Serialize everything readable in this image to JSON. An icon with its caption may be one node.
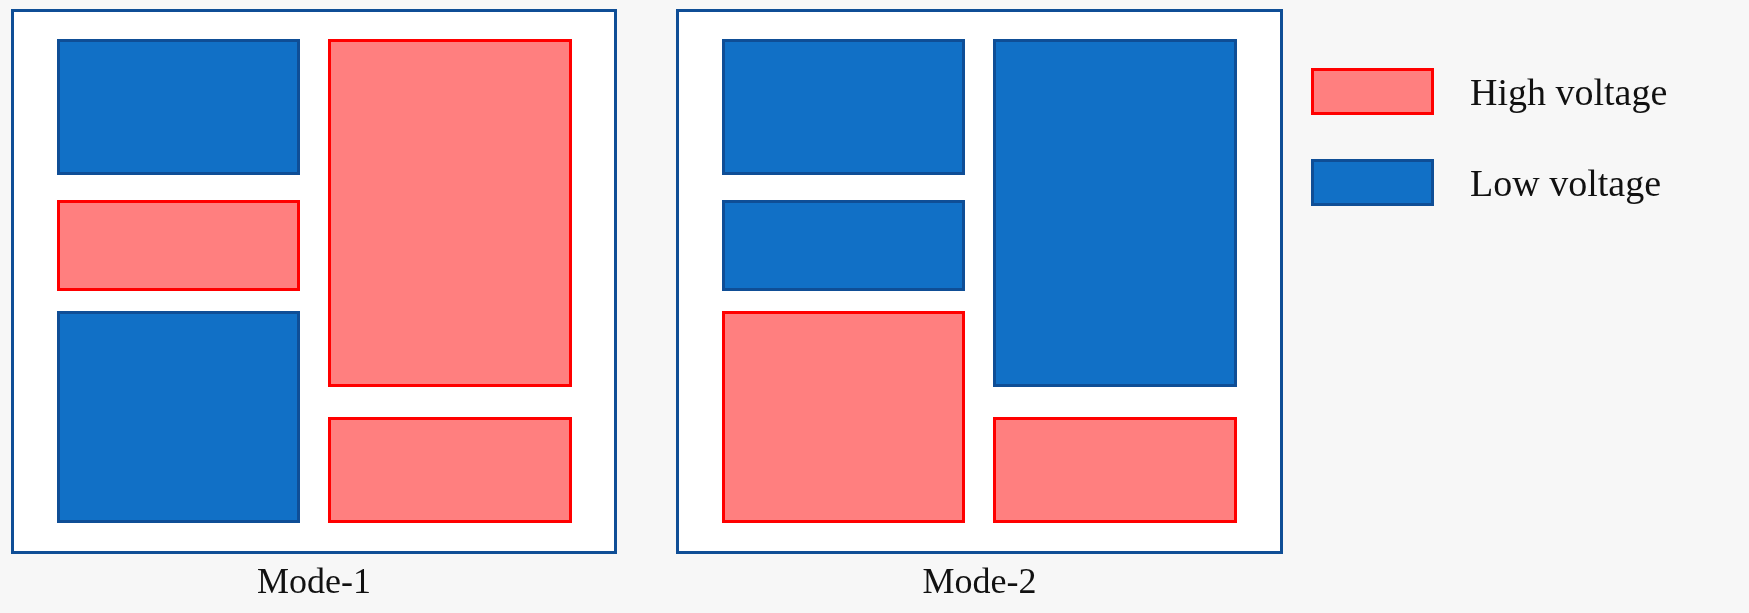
{
  "diagram": {
    "nodes": [
      {
        "text": [],
        "shape": "box",
        "beside": [
          "Mode-1"
        ]
      },
      {
        "text": [],
        "shape": "box",
        "in": 0
      },
      {
        "text": [],
        "shape": "box",
        "in": 0
      },
      {
        "text": [],
        "shape": "box",
        "in": 0
      },
      {
        "text": [],
        "shape": "box",
        "in": 0
      },
      {
        "text": [],
        "shape": "box",
        "in": 0
      },
      {
        "text": [],
        "shape": "box",
        "beside": [
          "Mode-2"
        ]
      },
      {
        "text": [],
        "shape": "box",
        "in": 6
      },
      {
        "text": [],
        "shape": "box",
        "in": 6
      },
      {
        "text": [],
        "shape": "box",
        "in": 6
      },
      {
        "text": [],
        "shape": "box",
        "in": 6
      },
      {
        "text": [],
        "shape": "box",
        "in": 6
      }
    ],
    "legend": [
      {
        "text": "High voltage",
        "color": "#ff7f7f"
      },
      {
        "text": "Low voltage",
        "color": "#1170c6"
      }
    ]
  }
}
